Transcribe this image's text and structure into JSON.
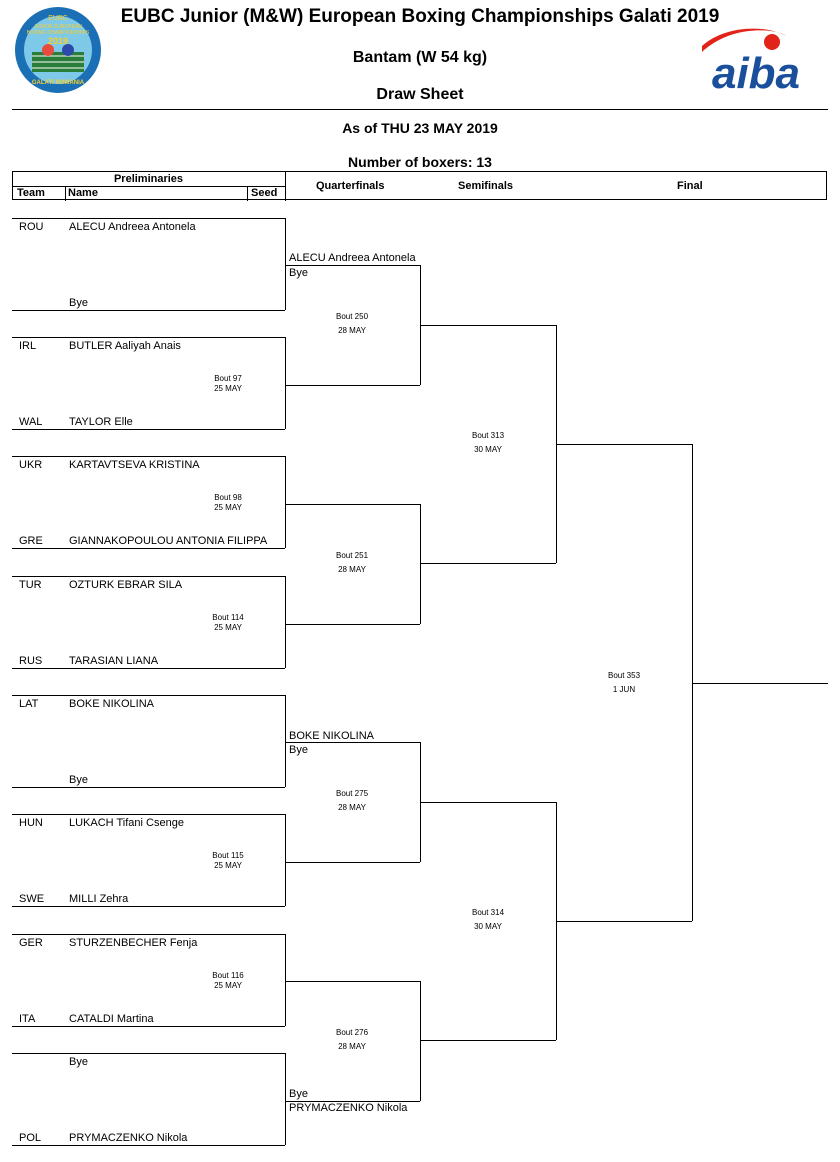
{
  "header": {
    "title": "EUBC Junior (M&W) European Boxing Championships Galati 2019",
    "subtitle": "Bantam (W 54 kg)",
    "sheet": "Draw Sheet",
    "as_of": "As of THU 23 MAY 2019",
    "boxers": "Number of boxers: 13"
  },
  "logo_left": {
    "line1": "EUBC",
    "line2": "JUNIOR EUROPEAN",
    "line3": "BOXING CHAMPIONSHIPS",
    "year": "2019",
    "place": "GALATI ROMANIA",
    "colors": {
      "ring": "#1a6fb5",
      "inner": "#7ec8e8",
      "text": "#f7d02b"
    }
  },
  "logo_right": {
    "text": "aiba",
    "colors": {
      "blue": "#1a4f9c",
      "red": "#e2231a"
    }
  },
  "columns": {
    "preliminaries": "Preliminaries",
    "team": "Team",
    "name": "Name",
    "seed": "Seed",
    "quarterfinals": "Quarterfinals",
    "semifinals": "Semifinals",
    "final": "Final"
  },
  "entries": [
    {
      "team": "ROU",
      "name": "ALECU Andreea Antonela"
    },
    {
      "team": "",
      "name": "Bye"
    },
    {
      "team": "IRL",
      "name": "BUTLER Aaliyah Anais"
    },
    {
      "team": "WAL",
      "name": "TAYLOR Elle"
    },
    {
      "team": "UKR",
      "name": "KARTAVTSEVA KRISTINA"
    },
    {
      "team": "GRE",
      "name": "GIANNAKOPOULOU ANTONIA FILIPPA"
    },
    {
      "team": "TUR",
      "name": "OZTURK EBRAR SILA"
    },
    {
      "team": "RUS",
      "name": "TARASIAN LIANA"
    },
    {
      "team": "LAT",
      "name": "BOKE NIKOLINA"
    },
    {
      "team": "",
      "name": "Bye"
    },
    {
      "team": "HUN",
      "name": "LUKACH Tifani Csenge"
    },
    {
      "team": "SWE",
      "name": "MILLI Zehra"
    },
    {
      "team": "GER",
      "name": "STURZENBECHER Fenja"
    },
    {
      "team": "ITA",
      "name": "CATALDI Martina"
    },
    {
      "team": "",
      "name": "Bye"
    },
    {
      "team": "POL",
      "name": "PRYMACZENKO Nikola"
    }
  ],
  "prelim_bouts": [
    {
      "bout": "Bout 97",
      "date": "25 MAY"
    },
    {
      "bout": "Bout 98",
      "date": "25 MAY"
    },
    {
      "bout": "Bout 114",
      "date": "25 MAY"
    },
    {
      "bout": "Bout 115",
      "date": "25 MAY"
    },
    {
      "bout": "Bout 116",
      "date": "25 MAY"
    }
  ],
  "qf_slots": [
    {
      "name": "ALECU Andreea Antonela",
      "sub": "Bye"
    },
    {
      "name": "BOKE NIKOLINA",
      "sub": "Bye"
    },
    {
      "name": "Bye",
      "sub": "PRYMACZENKO Nikola"
    }
  ],
  "qf_bouts": [
    {
      "bout": "Bout 250",
      "date": "28 MAY"
    },
    {
      "bout": "Bout 251",
      "date": "28 MAY"
    },
    {
      "bout": "Bout 275",
      "date": "28 MAY"
    },
    {
      "bout": "Bout 276",
      "date": "28 MAY"
    }
  ],
  "sf_bouts": [
    {
      "bout": "Bout 313",
      "date": "30 MAY"
    },
    {
      "bout": "Bout 314",
      "date": "30 MAY"
    }
  ],
  "final_bout": {
    "bout": "Bout 353",
    "date": "1 JUN"
  }
}
